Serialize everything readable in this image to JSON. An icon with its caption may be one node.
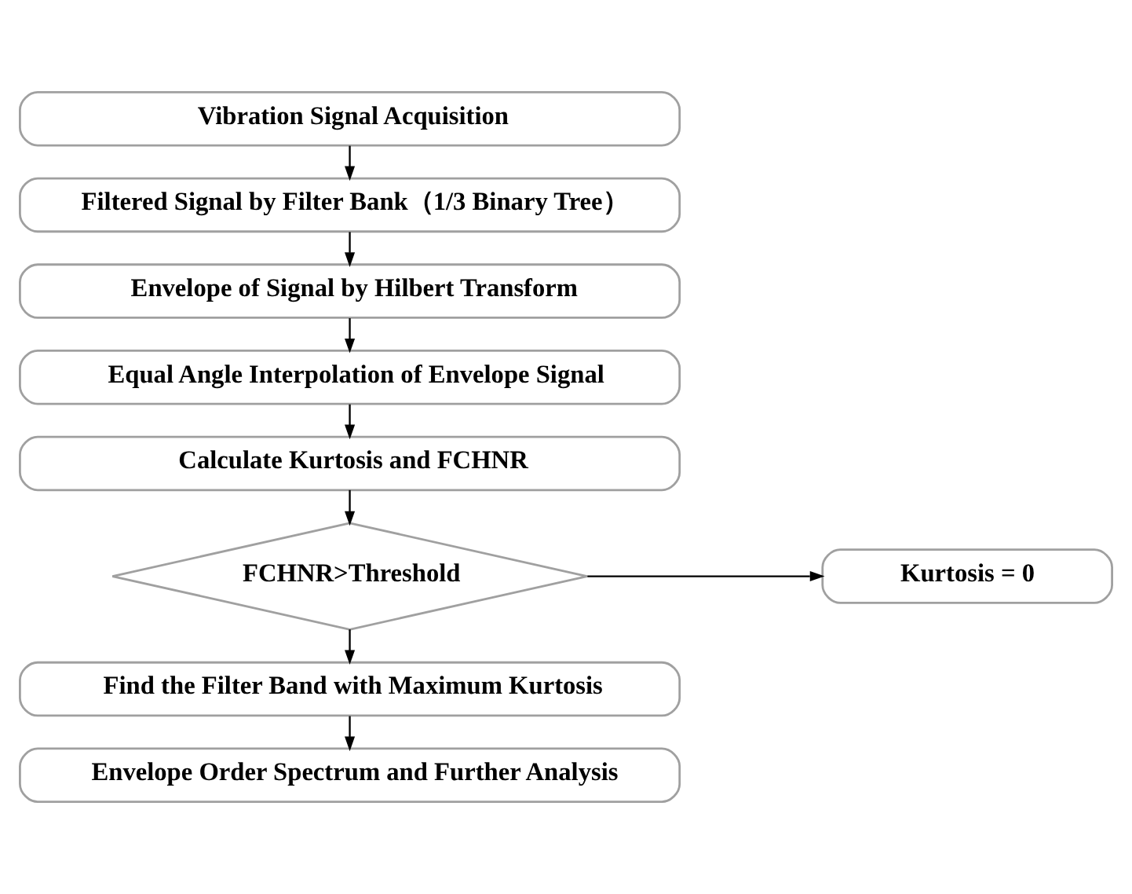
{
  "diagram": {
    "nodes": [
      {
        "text": [
          "Vibration Signal Acquisition"
        ]
      },
      {
        "text": [
          "Filtered Signal by Filter Bank（1/3 Binary Tree）"
        ]
      },
      {
        "text": [
          "Envelope of Signal by Hilbert Transform"
        ]
      },
      {
        "text": [
          "Equal Angle Interpolation of Envelope Signal"
        ]
      },
      {
        "text": [
          "Calculate Kurtosis and FCHNR"
        ]
      },
      {
        "text": [
          "FCHNR>Threshold"
        ]
      },
      {
        "text": [
          "Kurtosis = 0"
        ]
      },
      {
        "text": [
          "Find the Filter Band with Maximum Kurtosis"
        ]
      },
      {
        "text": [
          "Envelope Order Spectrum and Further Analysis"
        ]
      }
    ],
    "edges": [
      {
        "from": 0,
        "to": 1,
        "arrow": "to"
      },
      {
        "from": 1,
        "to": 2,
        "arrow": "to"
      },
      {
        "from": 2,
        "to": 3,
        "arrow": "to"
      },
      {
        "from": 3,
        "to": 4,
        "arrow": "to"
      },
      {
        "from": 4,
        "to": 5,
        "arrow": "to"
      },
      {
        "from": 5,
        "to": 6,
        "arrow": "to"
      },
      {
        "from": 5,
        "to": 7,
        "arrow": "to"
      },
      {
        "from": 7,
        "to": 8,
        "arrow": "to"
      }
    ]
  }
}
